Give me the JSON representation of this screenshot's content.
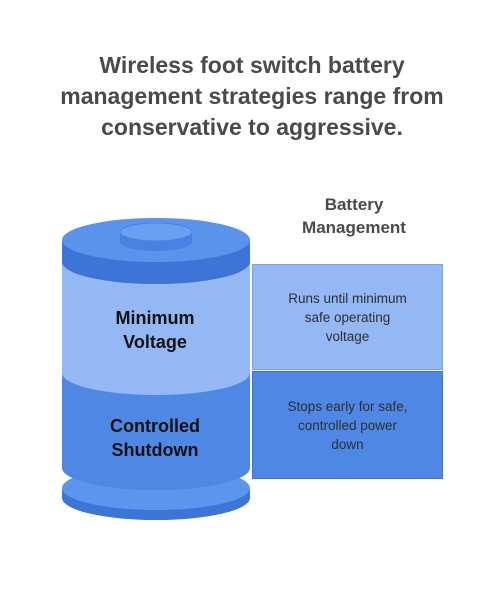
{
  "title": {
    "line1": "Wireless foot switch battery",
    "line2": "management strategies range from",
    "line3": "conservative to aggressive."
  },
  "column_header": {
    "line1": "Battery",
    "line2": "Management"
  },
  "segments": [
    {
      "label_line1": "Minimum",
      "label_line2": "Voltage",
      "description_line1": "Runs until minimum",
      "description_line2": "safe operating",
      "description_line3": "voltage"
    },
    {
      "label_line1": "Controlled",
      "label_line2": "Shutdown",
      "description_line1": "Stops early for safe,",
      "description_line2": "controlled power",
      "description_line3": "down"
    }
  ],
  "colors": {
    "light_blue": "#94b8f3",
    "mid_blue": "#5b93ec",
    "dark_blue": "#4f87e4",
    "title_text": "#4a4a4a"
  }
}
